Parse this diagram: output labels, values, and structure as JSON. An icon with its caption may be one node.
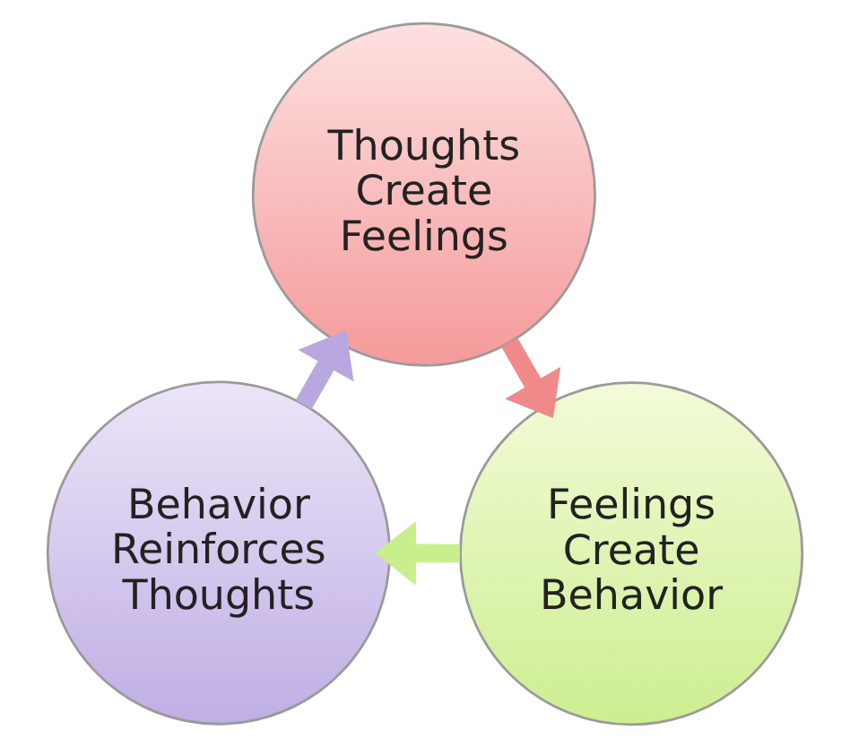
{
  "diagram": {
    "nodes": [
      {
        "text": [
          "Thoughts Create Feelings"
        ]
      },
      {
        "text": [
          "Feelings Create Behavior"
        ]
      },
      {
        "text": [
          "Behavior Reinforces Thoughts"
        ]
      }
    ],
    "edges": [
      {
        "from": 0,
        "to": 1,
        "arrow": "to",
        "color": "#f08a8a"
      },
      {
        "from": 1,
        "to": 2,
        "arrow": "to",
        "color": "#c9ee8c"
      },
      {
        "from": 2,
        "to": 0,
        "arrow": "to",
        "color": "#b9a7e0"
      }
    ]
  }
}
